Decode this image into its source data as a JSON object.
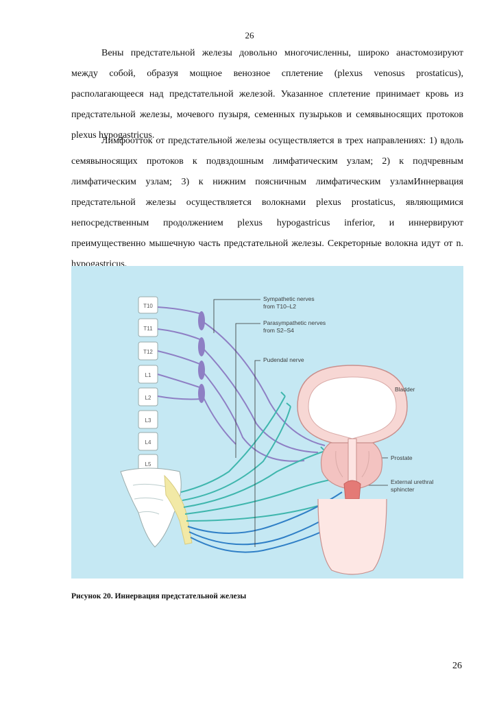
{
  "page_number_top": "26",
  "paragraphs": [
    "Вены предстательной железы довольно многочисленны, широко анастомозируют между собой, образуя мощное венозное сплетение (plexus venosus prostaticus), располагающееся над предстательной железой. Указанное сплетение принимает кровь из предстательной железы, мочевого пузыря, семенных пузырьков и семявыносящих протоков plexus hypogastricus.",
    "Лимфоотток от предстательной железы осуществляется в трех направлениях: 1) вдоль семявыносящих протоков к подвздошным лимфатическим узлам; 2) к подчревным лимфатическим узлам; 3) к нижним поясничным лимфатическим узламИннервация предстательной железы осуществляется волокнами plexus prostaticus, являющимися непосредственным продолжением plexus hypogastricus inferior, и иннервируют преимущественно мышечную часть предстательной железы. Секреторные волокна идут от n. hypogastricus."
  ],
  "figure": {
    "vertebrae": [
      "T10",
      "T11",
      "T12",
      "L1",
      "L2",
      "L3",
      "L4",
      "L5"
    ],
    "labels": {
      "sympathetic_1": "Sympathetic nerves",
      "sympathetic_2": "from T10–L2",
      "parasympathetic_1": "Parasympathetic nerves",
      "parasympathetic_2": "from S2–S4",
      "pudendal": "Pudendal nerve",
      "bladder": "Bladder",
      "prostate": "Prostate",
      "sphincter_1": "External urethral",
      "sphincter_2": "sphincter"
    },
    "colors": {
      "background": "#c5e8f3",
      "sympathetic": "#8e7fc4",
      "parasympathetic": "#3fb6ad",
      "pudendal": "#2f7fc6",
      "sacral_roots": "#f2e9a6"
    }
  },
  "caption": "Рисунок 20. Иннервация предстательной железы",
  "page_number_bottom": "26"
}
